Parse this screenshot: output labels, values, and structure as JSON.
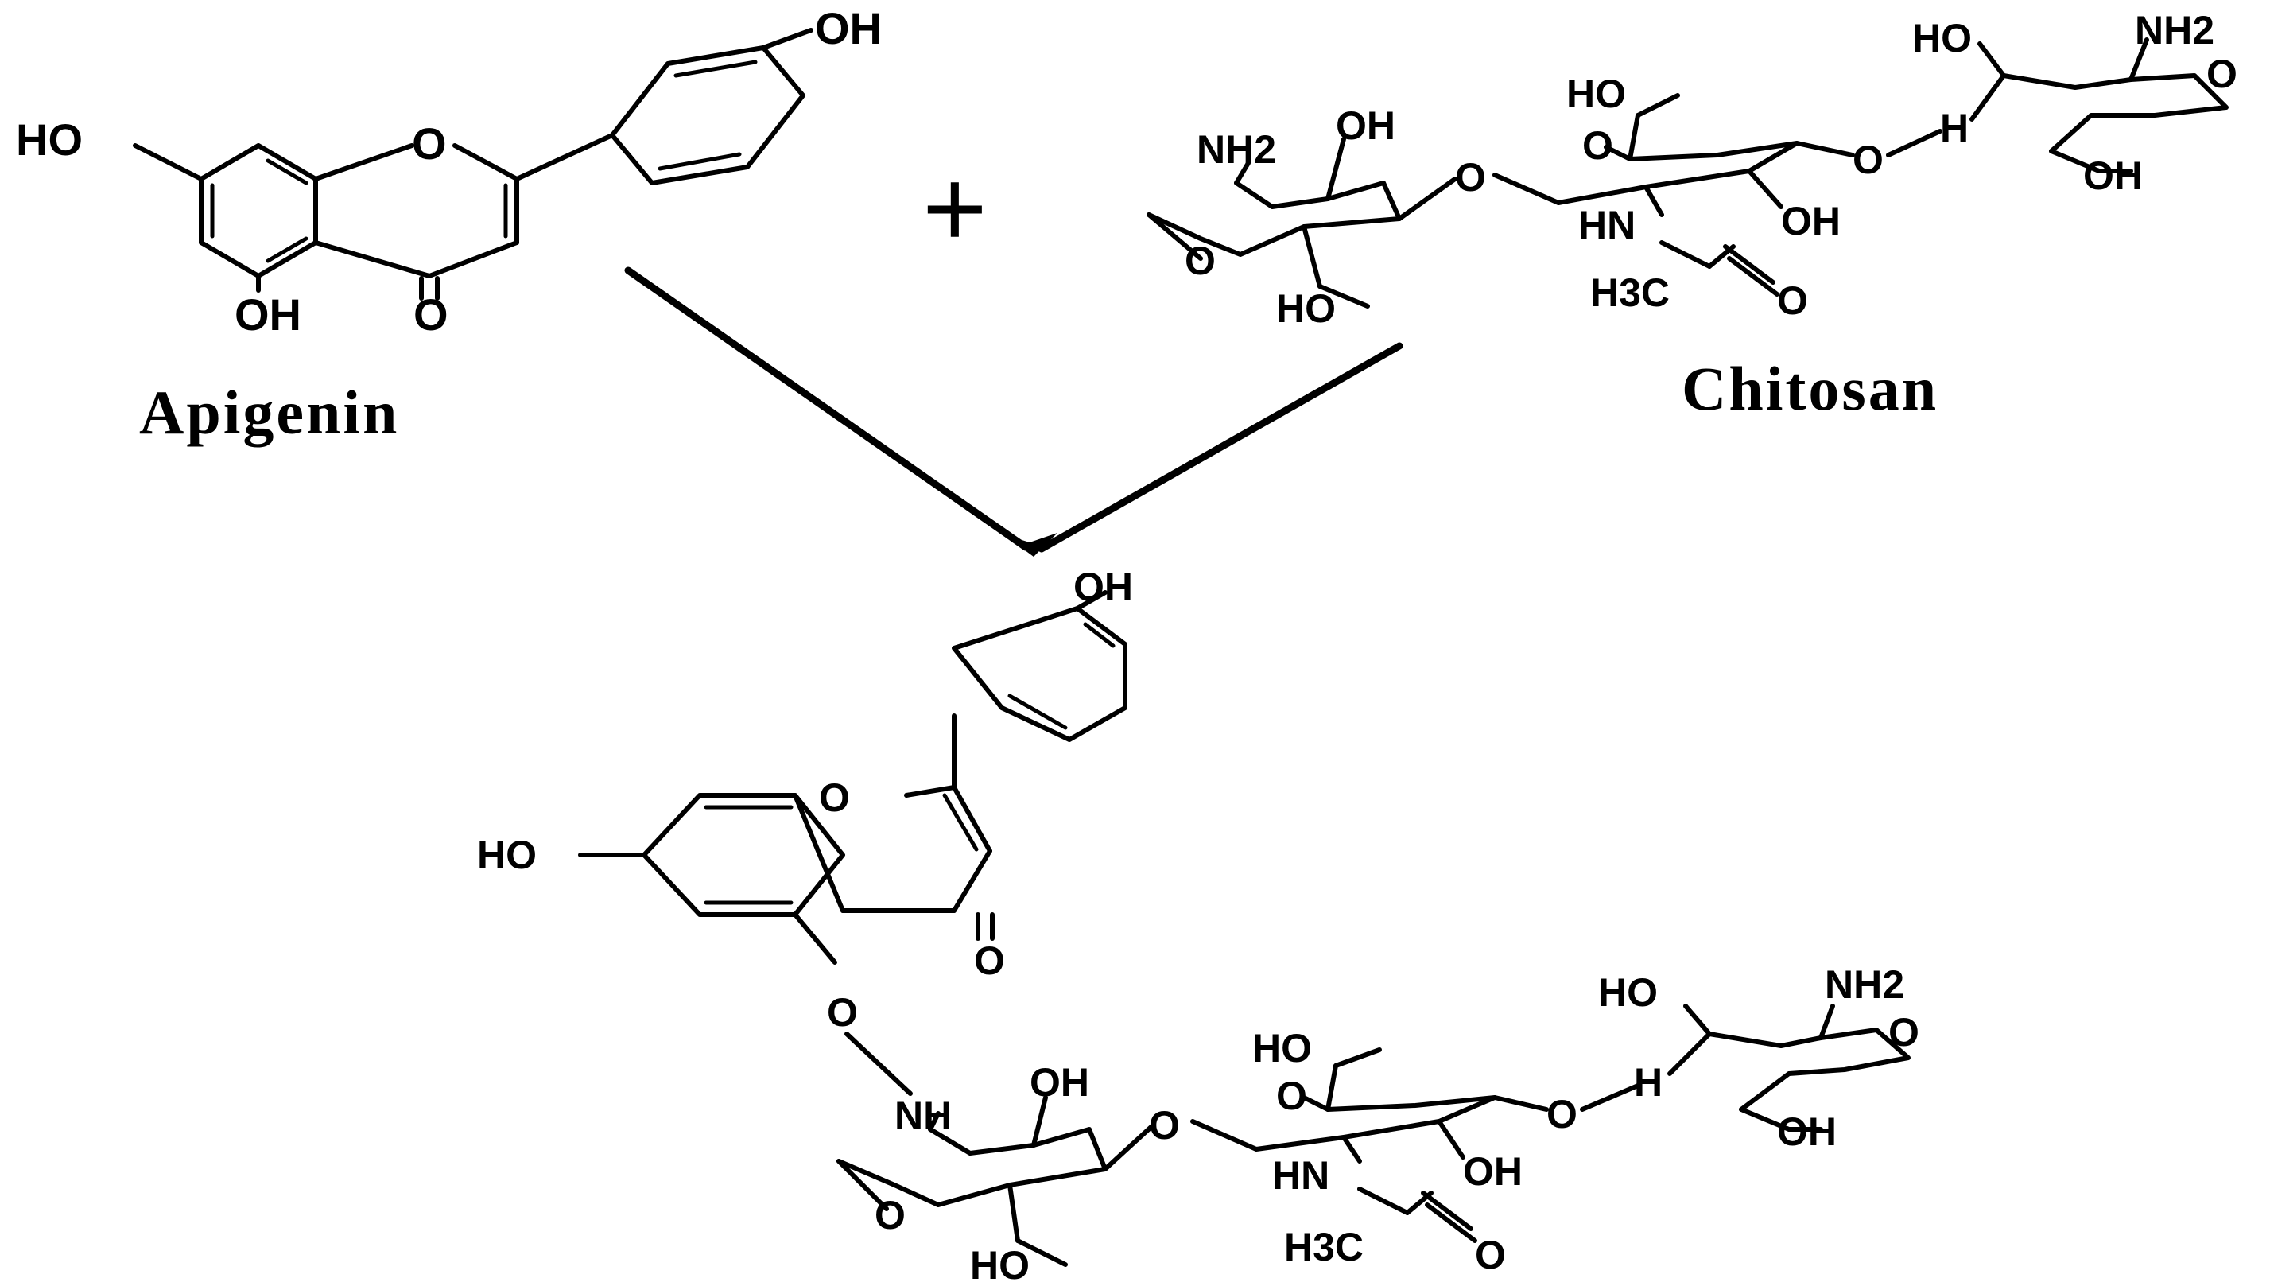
{
  "reactants": {
    "apigenin": {
      "name": "Apigenin",
      "labels": [
        "OH",
        "HO",
        "O",
        "OH",
        "O"
      ]
    },
    "operator": "+",
    "chitosan": {
      "name": "Chitosan",
      "labels": [
        "HO",
        "NH2",
        "O",
        "HO",
        "O",
        "H",
        "OH",
        "NH2",
        "OH",
        "O",
        "O",
        "HN",
        "OH",
        "O",
        "HO",
        "H3C",
        "O"
      ]
    }
  },
  "product": {
    "labels": [
      "OH",
      "O",
      "HO",
      "O",
      "O",
      "HO",
      "NH2",
      "O",
      "HO",
      "O",
      "H",
      "OH",
      "NH",
      "OH",
      "O",
      "O",
      "HN",
      "OH",
      "O",
      "HO",
      "H3C",
      "O"
    ]
  }
}
